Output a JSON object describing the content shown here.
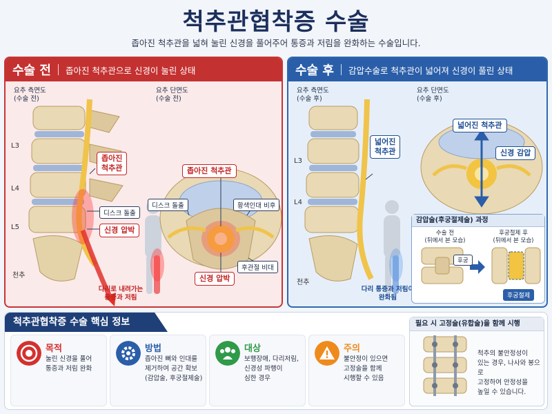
{
  "header": {
    "title": "척추관협착증 수술",
    "subtitle": "좁아진 척추관을 넓혀 눌린 신경을 풀어주어 통증과 저림을 완화하는 수술입니다."
  },
  "before": {
    "tag": "수술 전",
    "desc": "좁아진 척추관으로 신경이 눌린 상태",
    "side_view_label": "요추 측면도\n(수술 전)",
    "cross_view_label": "요추 단면도\n(수술 전)",
    "levels": [
      "L3",
      "L4",
      "L5",
      "천추"
    ],
    "narrow_canal": "좁아진\n척추관",
    "disc_bulge": "디스크 돌출",
    "nerve_compression": "신경 압박",
    "leg_pain": "다리로 내려가는\n통증과 저림",
    "cross_narrow_canal": "좁아진 척추관",
    "cross_disc_bulge": "디스크 돌출",
    "ligament_thickening": "황색인대 비후",
    "facet_hypertrophy": "후관절 비대",
    "cross_nerve_compression": "신경 압박"
  },
  "after": {
    "tag": "수술 후",
    "desc": "감압수술로 척추관이 넓어져 신경이 풀린 상태",
    "side_view_label": "요추 측면도\n(수술 후)",
    "cross_view_label": "요추 단면도\n(수술 후)",
    "levels": [
      "L3",
      "L4",
      "천추"
    ],
    "widened_canal": "넓어진\n척추관",
    "relief_text": "다리 통증과 저림이\n완화됨",
    "cross_widened_canal": "넓어진 척추관",
    "nerve_decompression": "신경 감압",
    "procedure": {
      "title": "감압술(후궁절제술) 과정",
      "before_label": "수술 전\n(뒤에서 본 모습)",
      "after_label": "후궁절제 후\n(뒤에서 본 모습)",
      "lamina": "후궁",
      "laminectomy": "후궁절제"
    }
  },
  "info": {
    "title": "척추관협착증 수술 핵심 정보",
    "cards": [
      {
        "title": "목적",
        "text": "눌린 신경을 풀어\n통증과 저림 완화",
        "color": "#d3312f",
        "icon": "target-icon"
      },
      {
        "title": "방법",
        "text": "좁아진 뼈와 인대를\n제거하여 공간 확보\n(감압술, 후궁절제술)",
        "color": "#2a5ea8",
        "icon": "gear-icon"
      },
      {
        "title": "대상",
        "text": "보행장애, 다리저림,\n신경성 파행이\n심한 경우",
        "color": "#2f9a48",
        "icon": "people-icon"
      },
      {
        "title": "주의",
        "text": "불안정이 있으면\n고정술을 함께\n시행할 수 있음",
        "color": "#ef8a1d",
        "icon": "warning-icon"
      }
    ],
    "fixation": {
      "title": "필요 시 고정술(유합술)을 함께 시행",
      "text": "척추의 불안정성이\n있는 경우, 나사와 봉으로\n고정하여 안정성을\n높일 수 있습니다."
    }
  }
}
